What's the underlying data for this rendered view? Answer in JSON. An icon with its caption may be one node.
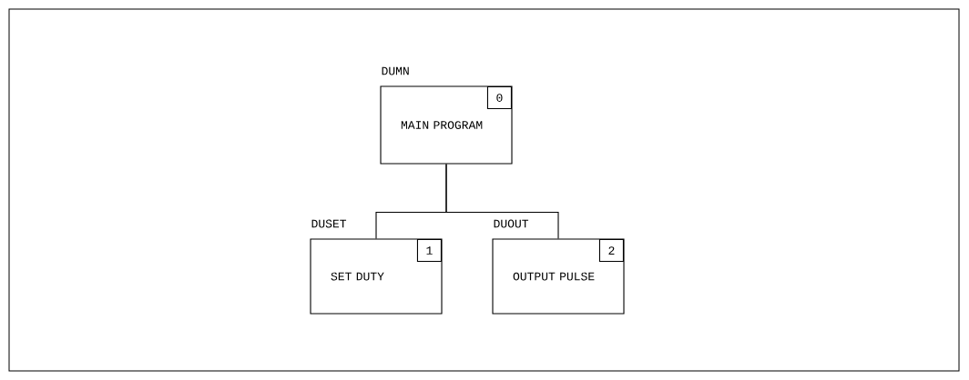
{
  "diagram": {
    "nodes": [
      {
        "text": [
          "DUMN",
          "MAIN PROGRAM"
        ]
      },
      {
        "text": [
          "0"
        ],
        "in": 0
      },
      {
        "text": [
          "DUSET",
          "SET DUTY"
        ]
      },
      {
        "text": [
          "1"
        ],
        "in": 2
      },
      {
        "text": [
          "DUOUT",
          "OUTPUT PULSE"
        ]
      },
      {
        "text": [
          "2"
        ],
        "in": 4
      }
    ],
    "edges": [
      {
        "from": 0,
        "to": 2,
        "arrow": "none"
      },
      {
        "from": 0,
        "to": 4,
        "arrow": "none"
      }
    ]
  }
}
